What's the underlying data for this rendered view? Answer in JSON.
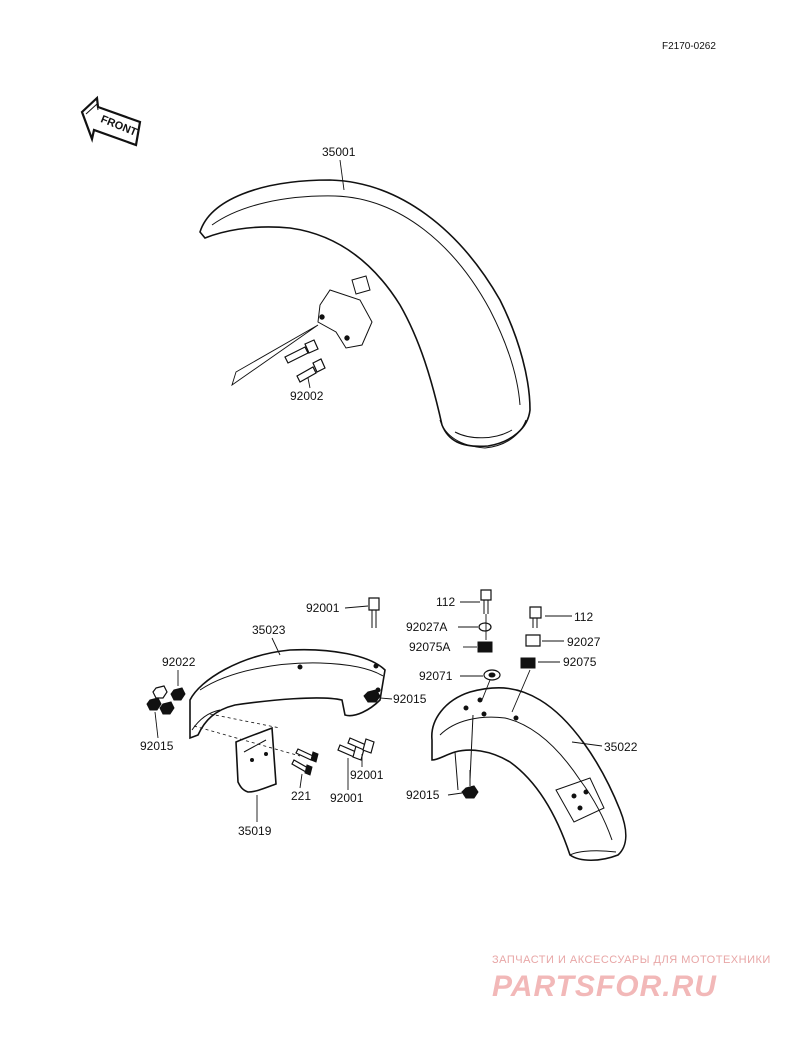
{
  "diagram_code": "F2170-0262",
  "front_arrow_label": "FRONT",
  "labels": {
    "front_fender": "35001",
    "fender_bolt_92002": "92002",
    "bolt_92001_top": "92001",
    "rear_fender_front": "35023",
    "nut_92022": "92022",
    "nut_92015_left": "92015",
    "nut_92015_mid": "92015",
    "plate_35019": "35019",
    "screw_221": "221",
    "bolt_92001_lower_a": "92001",
    "bolt_92001_lower_b": "92001",
    "bolt_112_left": "112",
    "washer_92027A": "92027A",
    "damper_92075A": "92075A",
    "collar_92071": "92071",
    "bolt_112_right": "112",
    "washer_92027": "92027",
    "damper_92075": "92075",
    "rear_fender_rear": "35022",
    "nut_92015_bottom": "92015"
  },
  "watermark": {
    "tagline": "ЗАПЧАСТИ И АКСЕССУАРЫ ДЛЯ МОТОТЕХНИКИ",
    "brand": "PARTSFOR.RU",
    "color": "#f2b8b8"
  }
}
